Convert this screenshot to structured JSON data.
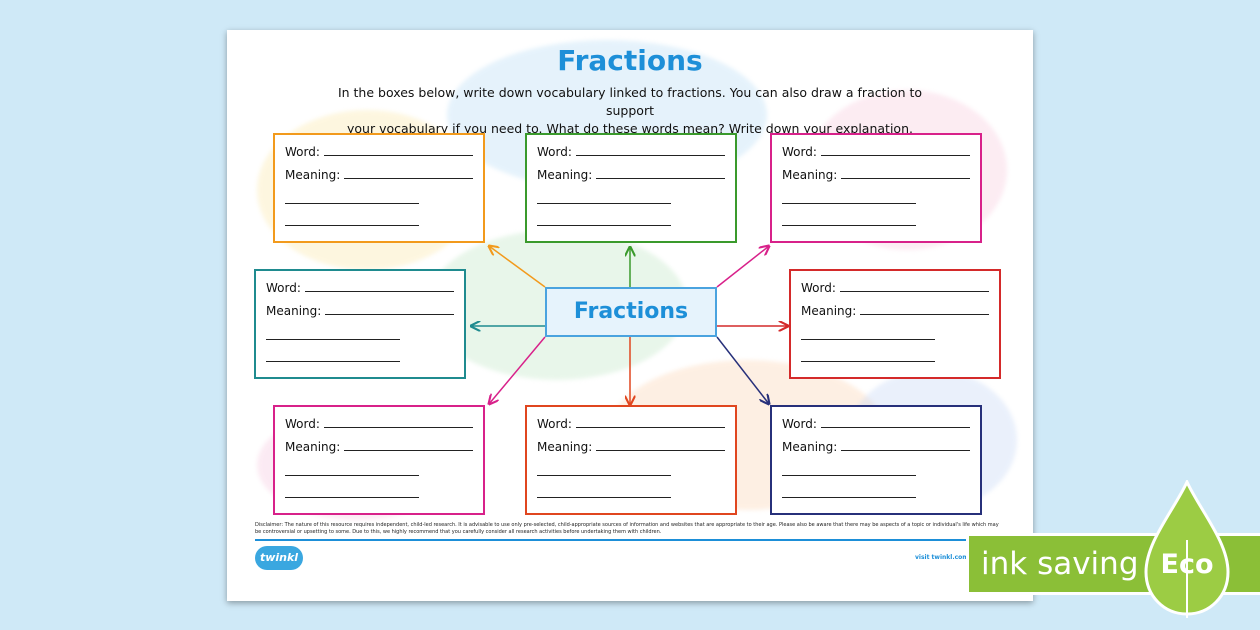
{
  "worksheet": {
    "title": "Fractions",
    "intro_line1": "In the boxes below, write down vocabulary linked to fractions. You can also draw a fraction to support",
    "intro_line2": "your vocabulary if you need to. What do these words mean? Write down your explanation.",
    "center_label": "Fractions",
    "word_label": "Word:",
    "meaning_label": "Meaning:",
    "box_colors": {
      "top_left": "#f29a1c",
      "top_mid": "#3a9a2c",
      "top_right": "#d8218a",
      "mid_left": "#1f8b8f",
      "mid_right": "#d42a2a",
      "bot_left": "#d8218a",
      "bot_mid": "#e0461f",
      "bot_right": "#27307a"
    },
    "accent_color": "#1d8fd8",
    "disclaimer": "Disclaimer: The nature of this resource requires independent, child-led research. It is advisable to use only pre-selected, child-appropriate sources of information and websites that are appropriate to their age. Please also be aware that there may be aspects of a topic or individual's life which may be controversial or upsetting to some. Due to this, we highly recommend that you carefully consider all research activities before undertaking them with children.",
    "logo_text": "twinkl",
    "visit_text": "visit twinkl.com"
  },
  "badge": {
    "text": "ink saving",
    "eco_label": "Eco",
    "color": "#8bbf37"
  }
}
